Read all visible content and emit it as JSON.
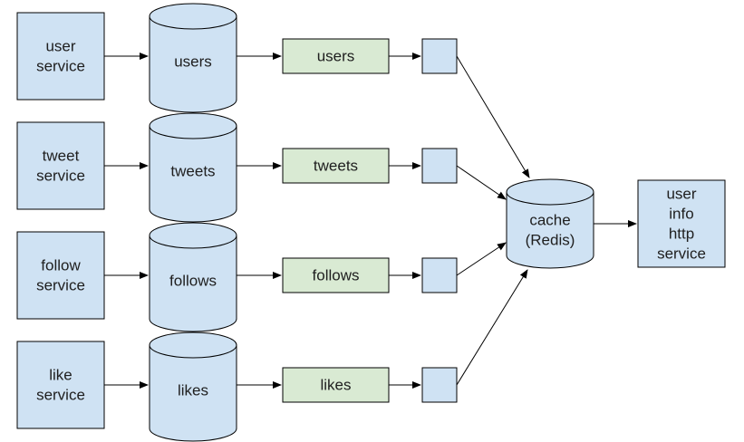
{
  "colors": {
    "blue_fill": "#cfe2f3",
    "green_fill": "#d9ead3",
    "stroke": "#000000"
  },
  "rows": [
    {
      "service": [
        "user",
        "service"
      ],
      "db": "users",
      "topic": "users"
    },
    {
      "service": [
        "tweet",
        "service"
      ],
      "db": "tweets",
      "topic": "tweets"
    },
    {
      "service": [
        "follow",
        "service"
      ],
      "db": "follows",
      "topic": "follows"
    },
    {
      "service": [
        "like",
        "service"
      ],
      "db": "likes",
      "topic": "likes"
    }
  ],
  "cache": [
    "cache",
    "(Redis)"
  ],
  "http_service": [
    "user",
    "info",
    "http",
    "service"
  ]
}
